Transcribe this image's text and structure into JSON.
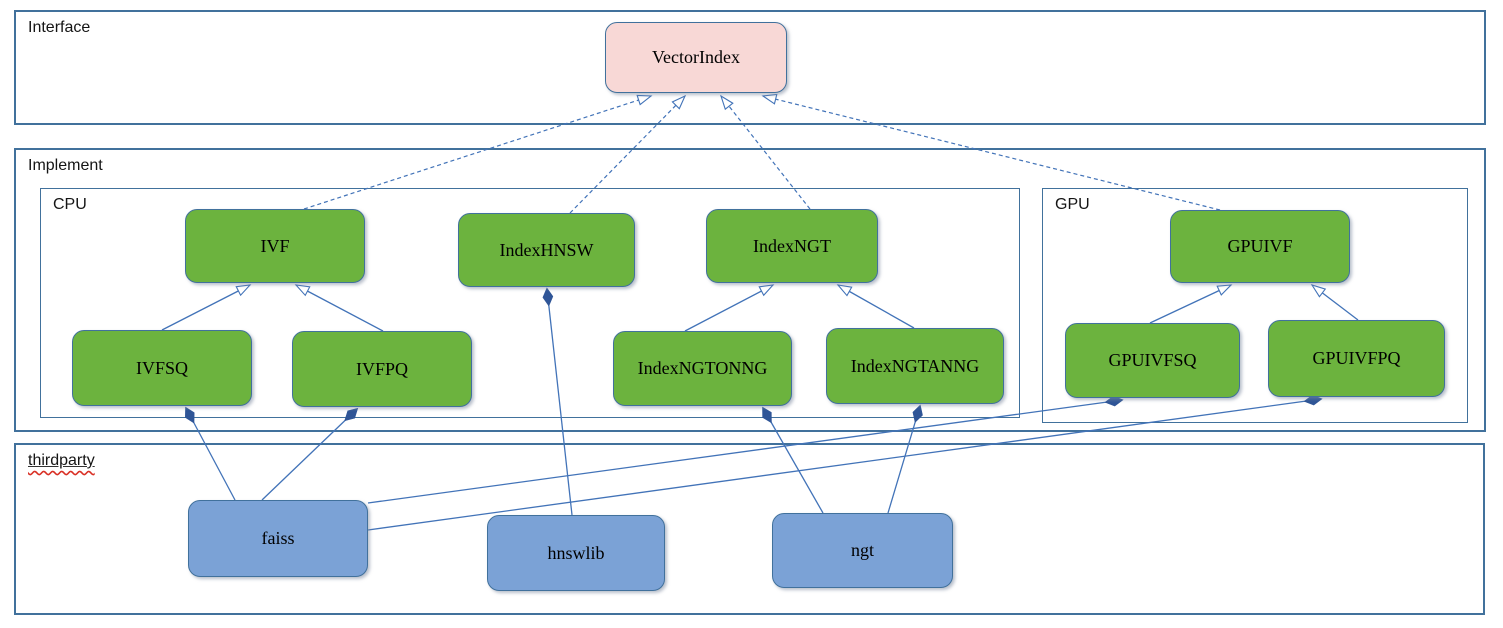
{
  "diagram": {
    "containers": {
      "interface": {
        "label": "Interface"
      },
      "implement": {
        "label": "Implement"
      },
      "cpu": {
        "label": "CPU"
      },
      "gpu": {
        "label": "GPU"
      },
      "thirdparty": {
        "label": "thirdparty"
      }
    },
    "nodes": {
      "vectorindex": {
        "label": "VectorIndex",
        "kind": "interface",
        "container": "interface"
      },
      "ivf": {
        "label": "IVF",
        "kind": "implementation",
        "container": "cpu"
      },
      "indexhnsw": {
        "label": "IndexHNSW",
        "kind": "implementation",
        "container": "cpu"
      },
      "indexngt": {
        "label": "IndexNGT",
        "kind": "implementation",
        "container": "cpu"
      },
      "ivfsq": {
        "label": "IVFSQ",
        "kind": "implementation",
        "container": "cpu"
      },
      "ivfpq": {
        "label": "IVFPQ",
        "kind": "implementation",
        "container": "cpu"
      },
      "indexngtonng": {
        "label": "IndexNGTONNG",
        "kind": "implementation",
        "container": "cpu"
      },
      "indexngtanng": {
        "label": "IndexNGTANNG",
        "kind": "implementation",
        "container": "cpu"
      },
      "gpuivf": {
        "label": "GPUIVF",
        "kind": "implementation",
        "container": "gpu"
      },
      "gpuivfsq": {
        "label": "GPUIVFSQ",
        "kind": "implementation",
        "container": "gpu"
      },
      "gpuivfpq": {
        "label": "GPUIVFPQ",
        "kind": "implementation",
        "container": "gpu"
      },
      "faiss": {
        "label": "faiss",
        "kind": "thirdparty",
        "container": "thirdparty"
      },
      "hnswlib": {
        "label": "hnswlib",
        "kind": "thirdparty",
        "container": "thirdparty"
      },
      "ngt": {
        "label": "ngt",
        "kind": "thirdparty",
        "container": "thirdparty"
      }
    },
    "edges": [
      {
        "from": "IVF",
        "to": "VectorIndex",
        "type": "realization",
        "style": "dashed-hollow-arrow"
      },
      {
        "from": "IndexHNSW",
        "to": "VectorIndex",
        "type": "realization",
        "style": "dashed-hollow-arrow"
      },
      {
        "from": "IndexNGT",
        "to": "VectorIndex",
        "type": "realization",
        "style": "dashed-hollow-arrow"
      },
      {
        "from": "GPUIVF",
        "to": "VectorIndex",
        "type": "realization",
        "style": "dashed-hollow-arrow"
      },
      {
        "from": "IVFSQ",
        "to": "IVF",
        "type": "generalization",
        "style": "solid-hollow-arrow"
      },
      {
        "from": "IVFPQ",
        "to": "IVF",
        "type": "generalization",
        "style": "solid-hollow-arrow"
      },
      {
        "from": "IndexNGTONNG",
        "to": "IndexNGT",
        "type": "generalization",
        "style": "solid-hollow-arrow"
      },
      {
        "from": "IndexNGTANNG",
        "to": "IndexNGT",
        "type": "generalization",
        "style": "solid-hollow-arrow"
      },
      {
        "from": "GPUIVFSQ",
        "to": "GPUIVF",
        "type": "generalization",
        "style": "solid-hollow-arrow"
      },
      {
        "from": "GPUIVFPQ",
        "to": "GPUIVF",
        "type": "generalization",
        "style": "solid-hollow-arrow"
      },
      {
        "from": "faiss",
        "to": "IVFSQ",
        "type": "composition",
        "style": "solid-filled-diamond"
      },
      {
        "from": "faiss",
        "to": "IVFPQ",
        "type": "composition",
        "style": "solid-filled-diamond"
      },
      {
        "from": "faiss",
        "to": "GPUIVFSQ",
        "type": "composition",
        "style": "solid-filled-diamond"
      },
      {
        "from": "faiss",
        "to": "GPUIVFPQ",
        "type": "composition",
        "style": "solid-filled-diamond"
      },
      {
        "from": "hnswlib",
        "to": "IndexHNSW",
        "type": "composition",
        "style": "solid-filled-diamond"
      },
      {
        "from": "ngt",
        "to": "IndexNGTONNG",
        "type": "composition",
        "style": "solid-filled-diamond"
      },
      {
        "from": "ngt",
        "to": "IndexNGTANNG",
        "type": "composition",
        "style": "solid-filled-diamond"
      }
    ],
    "colors": {
      "interface_fill": "#F8D8D6",
      "implementation_fill": "#6CB33E",
      "thirdparty_fill": "#7BA2D6",
      "node_border": "#41719C",
      "container_border": "#41719C",
      "connector": "#4273B8",
      "diamond_fill": "#2F5597",
      "spellcheck_underline": "#D93025"
    }
  }
}
